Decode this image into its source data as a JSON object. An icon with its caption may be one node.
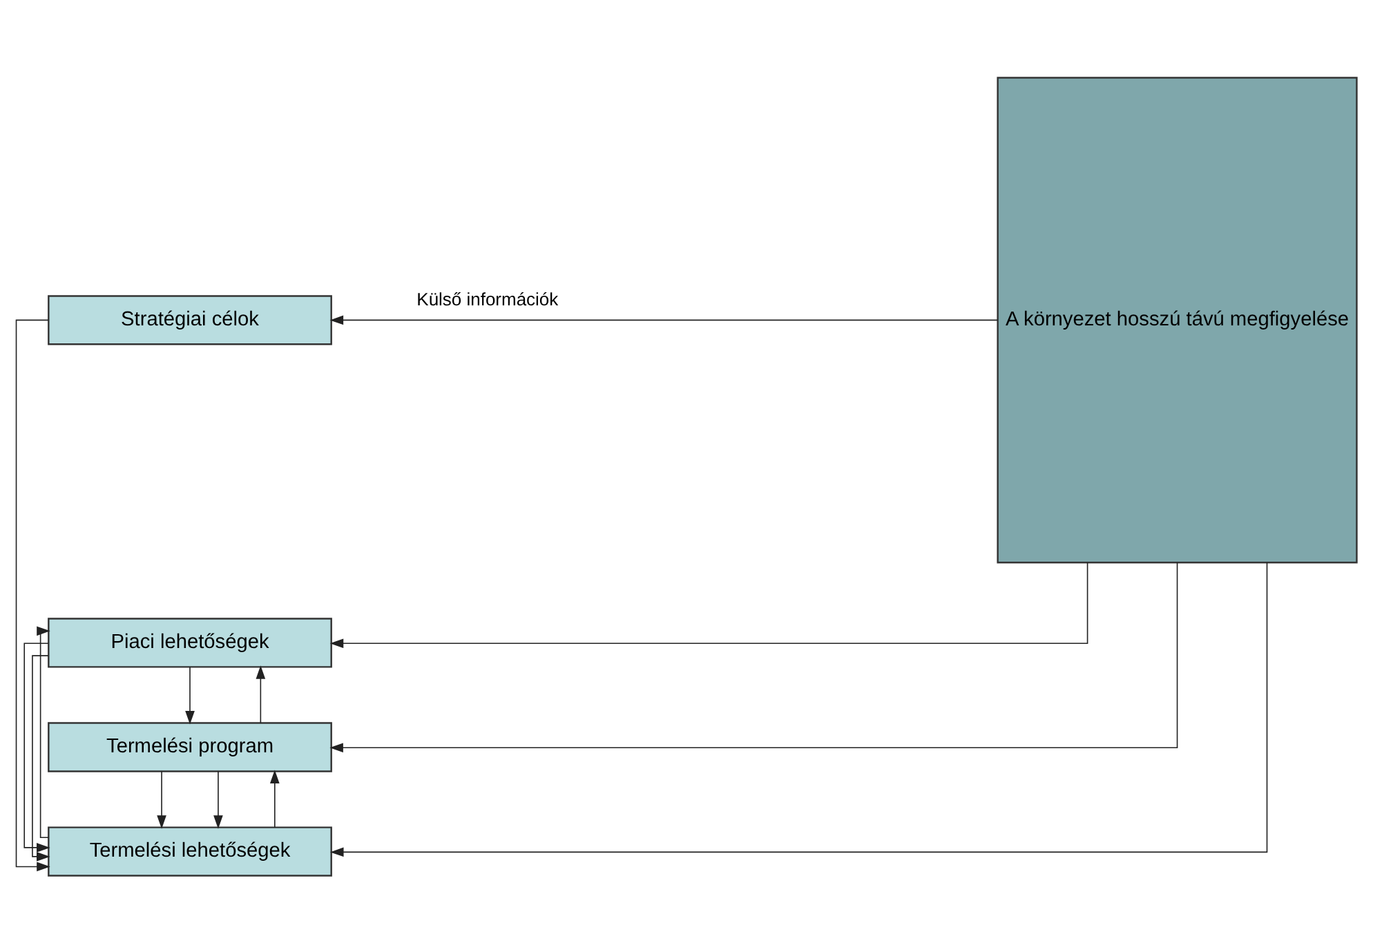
{
  "diagram": {
    "nodes": [
      {
        "text": [
          "Stratégiai célok"
        ]
      },
      {
        "text": [
          "Piaci lehetőségek"
        ]
      },
      {
        "text": [
          "Termelési program"
        ]
      },
      {
        "text": [
          "Termelési lehetőségek"
        ]
      },
      {
        "text": [
          "A környezet hosszú távú megfigyelése"
        ]
      }
    ],
    "edges": [
      {
        "from": 4,
        "to": 0,
        "arrow": "to",
        "label": "Külső információk"
      },
      {
        "from": 4,
        "to": 1,
        "arrow": "to"
      },
      {
        "from": 4,
        "to": 2,
        "arrow": "to"
      },
      {
        "from": 4,
        "to": 3,
        "arrow": "to"
      },
      {
        "from": 0,
        "to": 3,
        "arrow": "to"
      },
      {
        "from": 1,
        "to": 3,
        "arrow": "to"
      },
      {
        "from": 2,
        "to": 3,
        "arrow": "to"
      },
      {
        "from": 1,
        "to": 2,
        "arrow": "to"
      },
      {
        "from": 2,
        "to": 1,
        "arrow": "to"
      },
      {
        "from": 2,
        "to": 3,
        "arrow": "to"
      },
      {
        "from": 3,
        "to": 2,
        "arrow": "to"
      },
      {
        "from": 1,
        "to": 3,
        "arrow": "to"
      },
      {
        "from": 3,
        "to": 1,
        "arrow": "to"
      }
    ]
  }
}
